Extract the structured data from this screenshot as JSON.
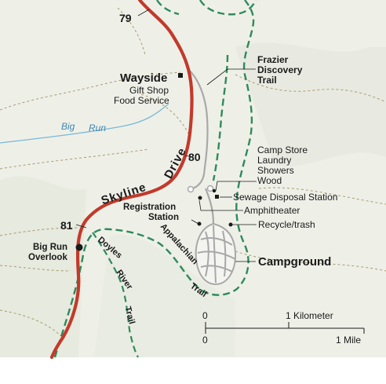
{
  "labels": {
    "mile79": "79",
    "mile80": "80",
    "mile81": "81",
    "frazier_1": "Frazier",
    "frazier_2": "Discovery",
    "frazier_3": "Trail",
    "wayside": "Wayside",
    "gift_shop": "Gift Shop",
    "food_service": "Food Service",
    "big": "Big",
    "run": "Run",
    "skyline": "Skyline",
    "drive": "Drive",
    "camp_store": "Camp Store",
    "laundry": "Laundry",
    "showers": "Showers",
    "wood": "Wood",
    "sewage": "Sewage Disposal Station",
    "amphitheater": "Amphitheater",
    "registration": "Registration",
    "station": "Station",
    "recycle": "Recycle/trash",
    "campground": "Campground",
    "big_run_overlook_1": "Big Run",
    "big_run_overlook_2": "Overlook",
    "doyles": "Doyles",
    "river": "River",
    "trail_doyles": "Trail",
    "appalachian": "Appalachian",
    "trail_at": "Trail"
  },
  "scale": {
    "km_zero": "0",
    "km_label": "1 Kilometer",
    "mile_zero": "0",
    "mile_label": "1 Mile"
  },
  "colors": {
    "background": "#eef0e8",
    "road": "#c23a2b",
    "trail": "#2f8a5c",
    "stream": "#7ab8d6",
    "campground_road": "#a8a8a8",
    "path": "#b9a57a"
  }
}
